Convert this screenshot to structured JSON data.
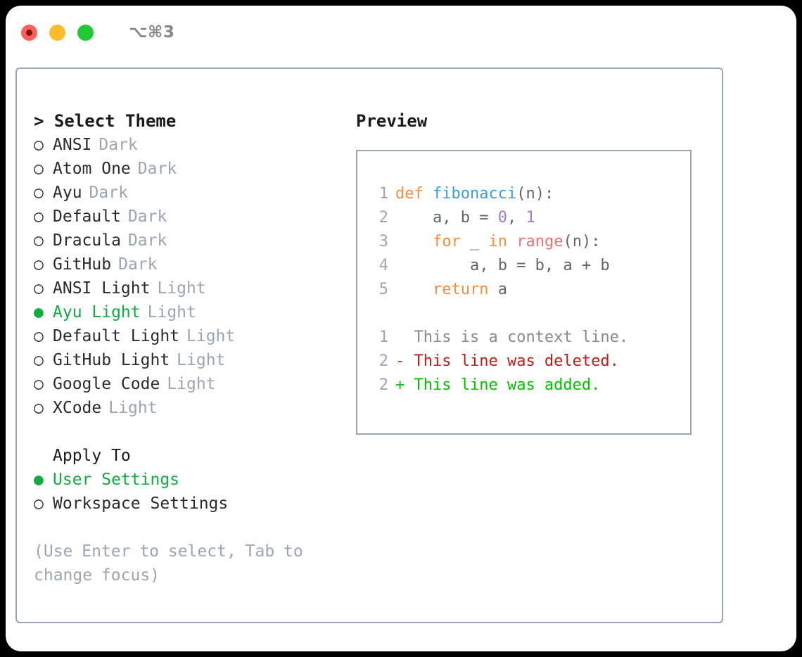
{
  "titlebar": {
    "shortcut": "⌥⌘3",
    "lights": [
      {
        "name": "close",
        "color": "#ff6159"
      },
      {
        "name": "minimize",
        "color": "#ffbd2e"
      },
      {
        "name": "maximize",
        "color": "#20c933"
      }
    ]
  },
  "theme_panel": {
    "heading": "> Select Theme",
    "items": [
      {
        "marker": "○",
        "label": "ANSI",
        "variant": "Dark",
        "selected": false
      },
      {
        "marker": "○",
        "label": "Atom One",
        "variant": "Dark",
        "selected": false
      },
      {
        "marker": "○",
        "label": "Ayu",
        "variant": "Dark",
        "selected": false
      },
      {
        "marker": "○",
        "label": "Default",
        "variant": "Dark",
        "selected": false
      },
      {
        "marker": "○",
        "label": "Dracula",
        "variant": "Dark",
        "selected": false
      },
      {
        "marker": "○",
        "label": "GitHub",
        "variant": "Dark",
        "selected": false
      },
      {
        "marker": "○",
        "label": "ANSI Light",
        "variant": "Light",
        "selected": false
      },
      {
        "marker": "●",
        "label": "Ayu Light",
        "variant": "Light",
        "selected": true
      },
      {
        "marker": "○",
        "label": "Default Light",
        "variant": "Light",
        "selected": false
      },
      {
        "marker": "○",
        "label": "GitHub Light",
        "variant": "Light",
        "selected": false
      },
      {
        "marker": "○",
        "label": "Google Code",
        "variant": "Light",
        "selected": false
      },
      {
        "marker": "○",
        "label": "XCode",
        "variant": "Light",
        "selected": false
      }
    ]
  },
  "apply_to": {
    "heading": "Apply To",
    "items": [
      {
        "marker": "●",
        "label": "User Settings",
        "selected": true
      },
      {
        "marker": "○",
        "label": "Workspace Settings",
        "selected": false
      }
    ]
  },
  "hint": "(Use Enter to select, Tab to change focus)",
  "preview": {
    "heading": "Preview",
    "code_lines": [
      {
        "number": "1",
        "tokens": [
          {
            "text": "def ",
            "type": "kw"
          },
          {
            "text": "fibonacci",
            "type": "fn"
          },
          {
            "text": "(n):",
            "type": "plain"
          }
        ]
      },
      {
        "number": "2",
        "tokens": [
          {
            "text": "    a, b = ",
            "type": "plain"
          },
          {
            "text": "0",
            "type": "num"
          },
          {
            "text": ", ",
            "type": "plain"
          },
          {
            "text": "1",
            "type": "num"
          }
        ]
      },
      {
        "number": "3",
        "tokens": [
          {
            "text": "    ",
            "type": "plain"
          },
          {
            "text": "for",
            "type": "kw"
          },
          {
            "text": " _ ",
            "type": "plain"
          },
          {
            "text": "in",
            "type": "kw"
          },
          {
            "text": " ",
            "type": "plain"
          },
          {
            "text": "range",
            "type": "builtin"
          },
          {
            "text": "(n):",
            "type": "plain"
          }
        ]
      },
      {
        "number": "4",
        "tokens": [
          {
            "text": "        a, b = b, a + b",
            "type": "plain"
          }
        ]
      },
      {
        "number": "5",
        "tokens": [
          {
            "text": "    ",
            "type": "plain"
          },
          {
            "text": "return",
            "type": "kw"
          },
          {
            "text": " a",
            "type": "plain"
          }
        ]
      }
    ],
    "diff_lines": [
      {
        "number": "1",
        "marker": " ",
        "text": "This is a context line.",
        "type": "ctx"
      },
      {
        "number": "2",
        "marker": "-",
        "text": "This line was deleted.",
        "type": "del"
      },
      {
        "number": "2",
        "marker": "+",
        "text": "This line was added.",
        "type": "add"
      }
    ]
  },
  "colors": {
    "background": "#000000",
    "card": "#ffffff",
    "border": "#9aa6b4",
    "accent_green": "#0cae3f",
    "muted": "#9aa6b4",
    "keyword": "#fa8d3e",
    "function": "#399ee6",
    "number": "#a37acc",
    "builtin": "#f07171",
    "diff_delete": "#c41a16",
    "diff_add": "#00c000"
  }
}
